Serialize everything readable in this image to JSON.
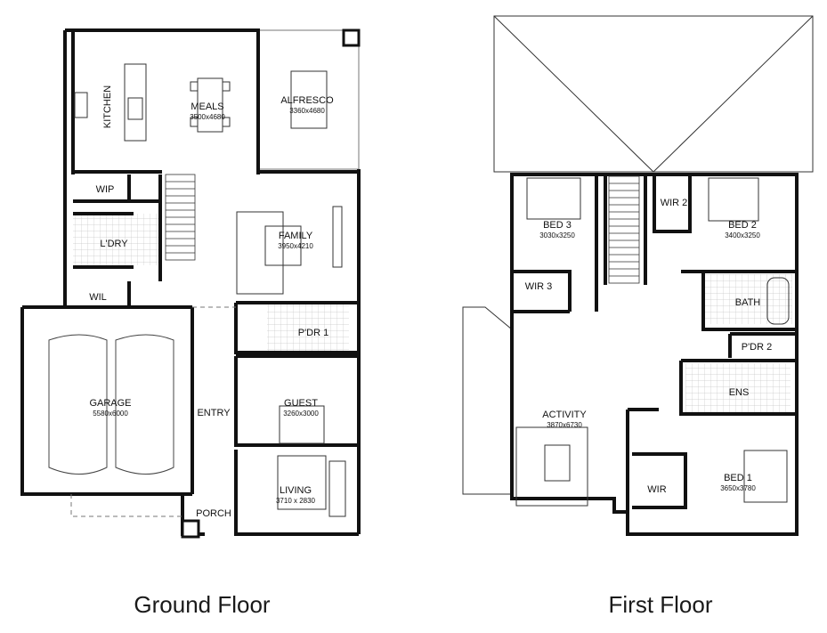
{
  "ground_floor": {
    "caption": "Ground Floor",
    "rooms": {
      "kitchen": {
        "name": "KITCHEN"
      },
      "meals": {
        "name": "MEALS",
        "dims": "3500x4680"
      },
      "alfresco": {
        "name": "ALFRESCO",
        "dims": "3360x4680"
      },
      "wip": {
        "name": "WIP"
      },
      "ldry": {
        "name": "L'DRY"
      },
      "family": {
        "name": "FAMILY",
        "dims": "3950x4210"
      },
      "wil": {
        "name": "WIL"
      },
      "pdr1": {
        "name": "P'DR 1"
      },
      "garage": {
        "name": "GARAGE",
        "dims": "5580x6000"
      },
      "entry": {
        "name": "ENTRY"
      },
      "guest": {
        "name": "GUEST",
        "dims": "3260x3000"
      },
      "living": {
        "name": "LIVING",
        "dims": "3710 x 2830"
      },
      "porch": {
        "name": "PORCH"
      }
    }
  },
  "first_floor": {
    "caption": "First Floor",
    "rooms": {
      "bed3": {
        "name": "BED 3",
        "dims": "3030x3250"
      },
      "wir2": {
        "name": "WIR 2"
      },
      "bed2": {
        "name": "BED 2",
        "dims": "3400x3250"
      },
      "wir3": {
        "name": "WIR 3"
      },
      "bath": {
        "name": "BATH"
      },
      "pdr2": {
        "name": "P'DR 2"
      },
      "ens": {
        "name": "ENS"
      },
      "activity": {
        "name": "ACTIVITY",
        "dims": "3870x6730"
      },
      "wir": {
        "name": "WIR"
      },
      "bed1": {
        "name": "BED 1",
        "dims": "3650x3780"
      }
    }
  },
  "colors": {
    "wall": "#111111",
    "line": "#555555",
    "light": "#9a9a9a",
    "grid": "#cfcfcf",
    "background": "#ffffff"
  }
}
